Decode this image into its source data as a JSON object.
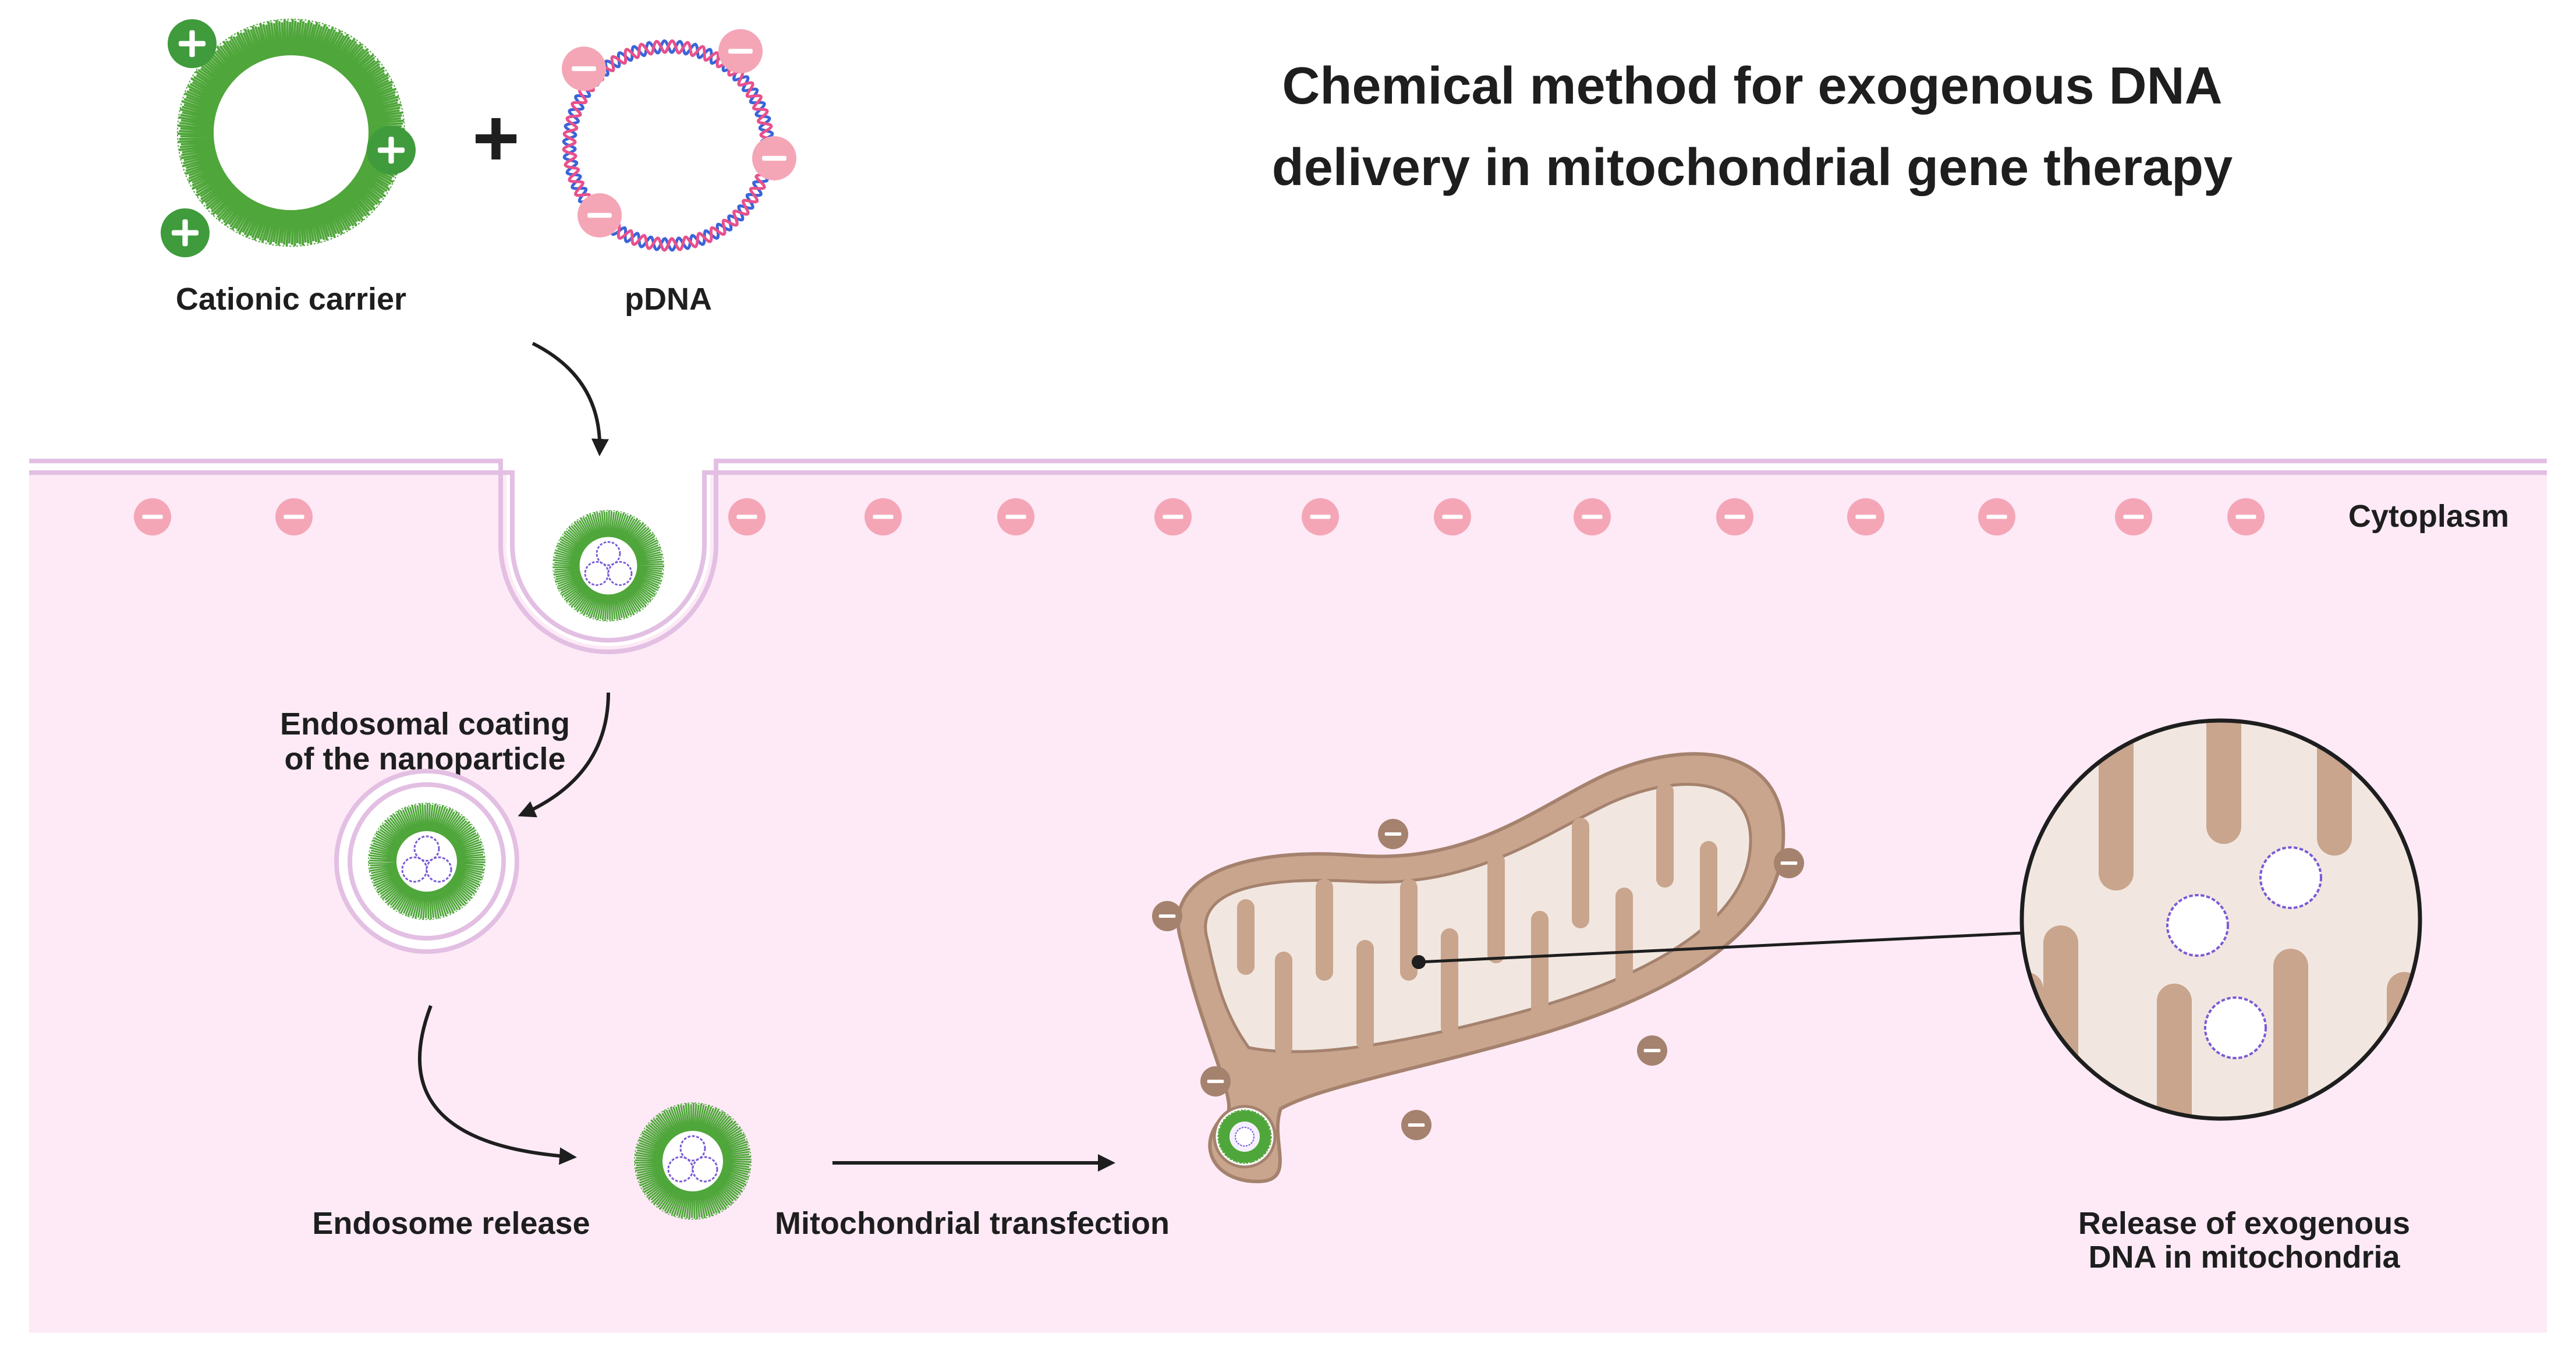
{
  "title": {
    "line1": "Chemical method for exogenous DNA",
    "line2": "delivery in mitochondrial gene therapy"
  },
  "labels": {
    "cationic_carrier": "Cationic carrier",
    "pdna": "pDNA",
    "cytoplasm": "Cytoplasm",
    "endosomal_coating_line1": "Endosomal coating",
    "endosomal_coating_line2": "of the nanoparticle",
    "endosome_release": "Endosome release",
    "mitochondrial_transfection": "Mitochondrial transfection",
    "release_line1": "Release of exogenous",
    "release_line2": "DNA in mitochondria"
  },
  "symbols": {
    "plus": "+"
  },
  "colors": {
    "cytoplasm_fill": "#fdeaf6",
    "membrane": "#e3bfe3",
    "negative_charge": "#f4a6b7",
    "positive_charge": "#3f9b3c",
    "carrier_green": "#4fa63a",
    "dna_blue": "#3a64d8",
    "dna_pink": "#e8508c",
    "plasmid_purple": "#7a5ad6",
    "mito_outer": "#c9a58e",
    "mito_inner": "#f1e7e0",
    "mito_charge": "#a5826e",
    "arrow": "#1e1e1e"
  }
}
